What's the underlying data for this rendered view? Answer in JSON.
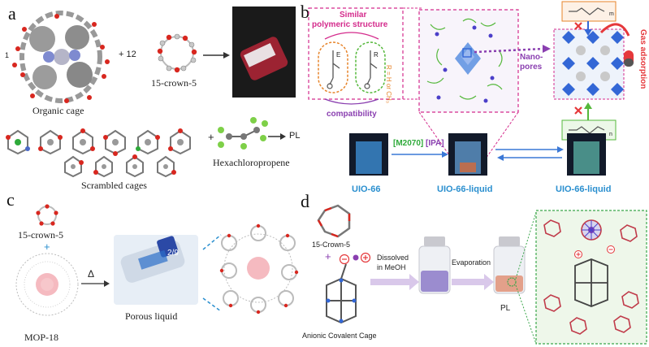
{
  "panel_a": {
    "label": "a",
    "prefix_one": "1",
    "plus_twelve": "+ 12",
    "organic_cage": "Organic cage",
    "crown": "15-crown-5",
    "scrambled": "Scrambled cages",
    "plus": "+",
    "hexachloropropene": "Hexachloropropene",
    "pl": "PL"
  },
  "panel_b": {
    "label": "b",
    "similar_line1": "Similar",
    "similar_line2": "polymeric structure",
    "e_label": "E",
    "r_label": "R",
    "r_formula": "R = H or CH₃",
    "compatibility": "compatibility",
    "nanopores_line1": "Nano-",
    "nanopores_line2": "pores",
    "gas_adsorption": "Gas adsorption",
    "m_label": "m",
    "n_label": "n",
    "m2070": "[M2070]",
    "ipa": "[IPA]",
    "uio66": "UIO-66",
    "uio66_liquid_1": "UIO-66-liquid",
    "uio66_liquid_2": "UIO-66-liquid"
  },
  "panel_c": {
    "label": "c",
    "crown": "15-crown-5",
    "plus": "+",
    "mop": "MOP-18",
    "delta": "Δ",
    "porous_liquid": "Porous liquid",
    "vial_text": "2/9"
  },
  "panel_d": {
    "label": "d",
    "crown": "15-Crown-5",
    "plus": "+",
    "dissolved_line1": "Dissolved",
    "dissolved_line2": "in MeOH",
    "evaporation": "Evaporation",
    "pl": "PL",
    "anionic_cage": "Anionic Covalent Cage"
  },
  "colors": {
    "oxygen_red": "#d8271f",
    "carbon_grey": "#8a8a8a",
    "magenta_dash": "#d42b8c",
    "cyan_text": "#2a8fcf",
    "green_text": "#2eaa3a",
    "purple_text": "#8a3fb0",
    "blue_arrow": "#3a78d6",
    "mof_blue": "#3367d6",
    "green_dash": "#3aa64a"
  }
}
